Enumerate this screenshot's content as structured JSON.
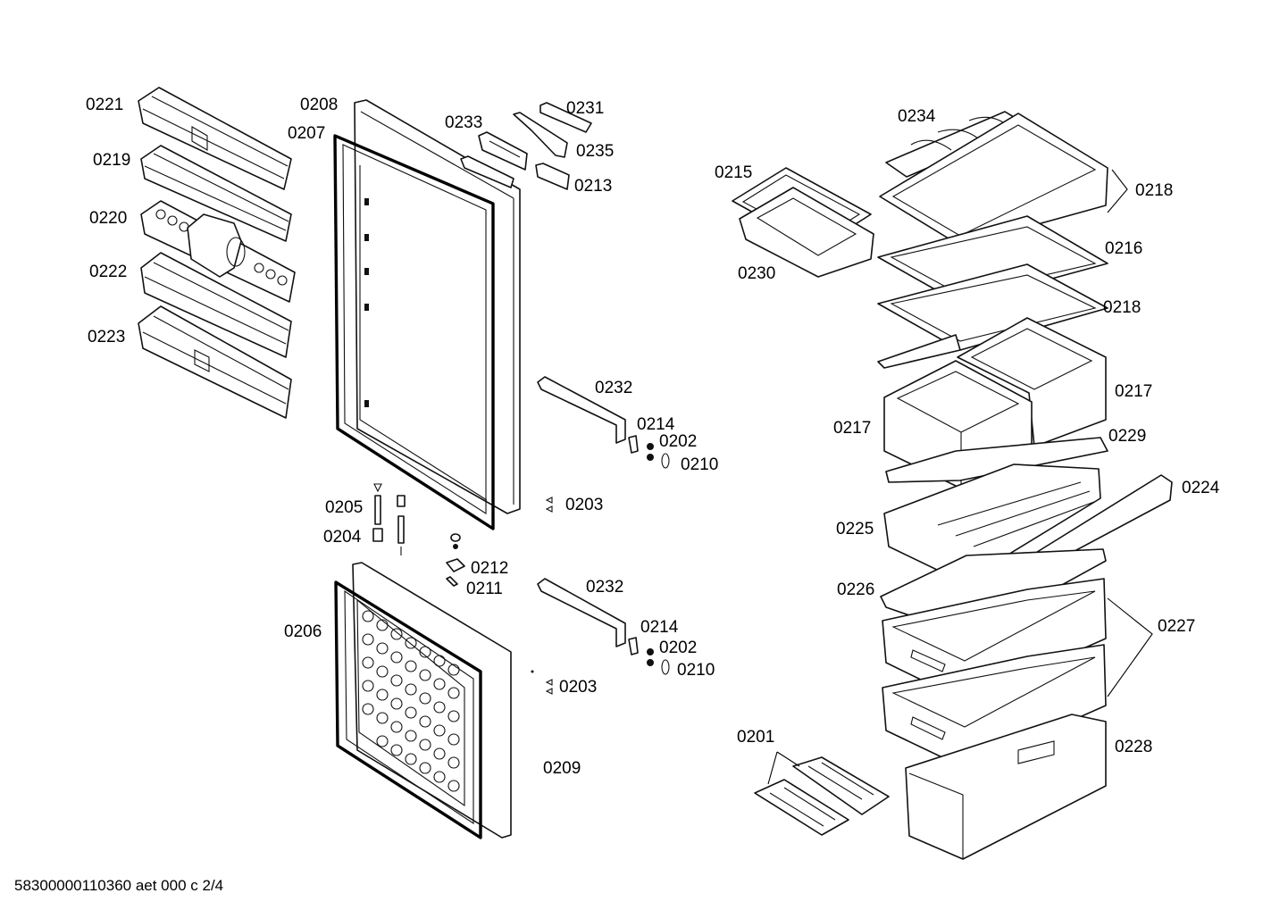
{
  "document_id": "58300000110360 aet 000 c 2/4",
  "parts": [
    {
      "id": "0221",
      "label": "0221"
    },
    {
      "id": "0219",
      "label": "0219"
    },
    {
      "id": "0220",
      "label": "0220"
    },
    {
      "id": "0222",
      "label": "0222"
    },
    {
      "id": "0223",
      "label": "0223"
    },
    {
      "id": "0208",
      "label": "0208"
    },
    {
      "id": "0207",
      "label": "0207"
    },
    {
      "id": "0233",
      "label": "0233"
    },
    {
      "id": "0231",
      "label": "0231"
    },
    {
      "id": "0235",
      "label": "0235"
    },
    {
      "id": "0213",
      "label": "0213"
    },
    {
      "id": "0232a",
      "label": "0232"
    },
    {
      "id": "0214a",
      "label": "0214"
    },
    {
      "id": "0202a",
      "label": "0202"
    },
    {
      "id": "0210a",
      "label": "0210"
    },
    {
      "id": "0203a",
      "label": "0203"
    },
    {
      "id": "0205",
      "label": "0205"
    },
    {
      "id": "0204",
      "label": "0204"
    },
    {
      "id": "0212",
      "label": "0212"
    },
    {
      "id": "0211",
      "label": "0211"
    },
    {
      "id": "0232b",
      "label": "0232"
    },
    {
      "id": "0214b",
      "label": "0214"
    },
    {
      "id": "0202b",
      "label": "0202"
    },
    {
      "id": "0210b",
      "label": "0210"
    },
    {
      "id": "0203b",
      "label": "0203"
    },
    {
      "id": "0206",
      "label": "0206"
    },
    {
      "id": "0209",
      "label": "0209"
    },
    {
      "id": "0234",
      "label": "0234"
    },
    {
      "id": "0215",
      "label": "0215"
    },
    {
      "id": "0230",
      "label": "0230"
    },
    {
      "id": "0218a",
      "label": "0218"
    },
    {
      "id": "0216",
      "label": "0216"
    },
    {
      "id": "0218b",
      "label": "0218"
    },
    {
      "id": "0217a",
      "label": "0217"
    },
    {
      "id": "0217b",
      "label": "0217"
    },
    {
      "id": "0229",
      "label": "0229"
    },
    {
      "id": "0224",
      "label": "0224"
    },
    {
      "id": "0225",
      "label": "0225"
    },
    {
      "id": "0226",
      "label": "0226"
    },
    {
      "id": "0227",
      "label": "0227"
    },
    {
      "id": "0228",
      "label": "0228"
    },
    {
      "id": "0201",
      "label": "0201"
    }
  ]
}
